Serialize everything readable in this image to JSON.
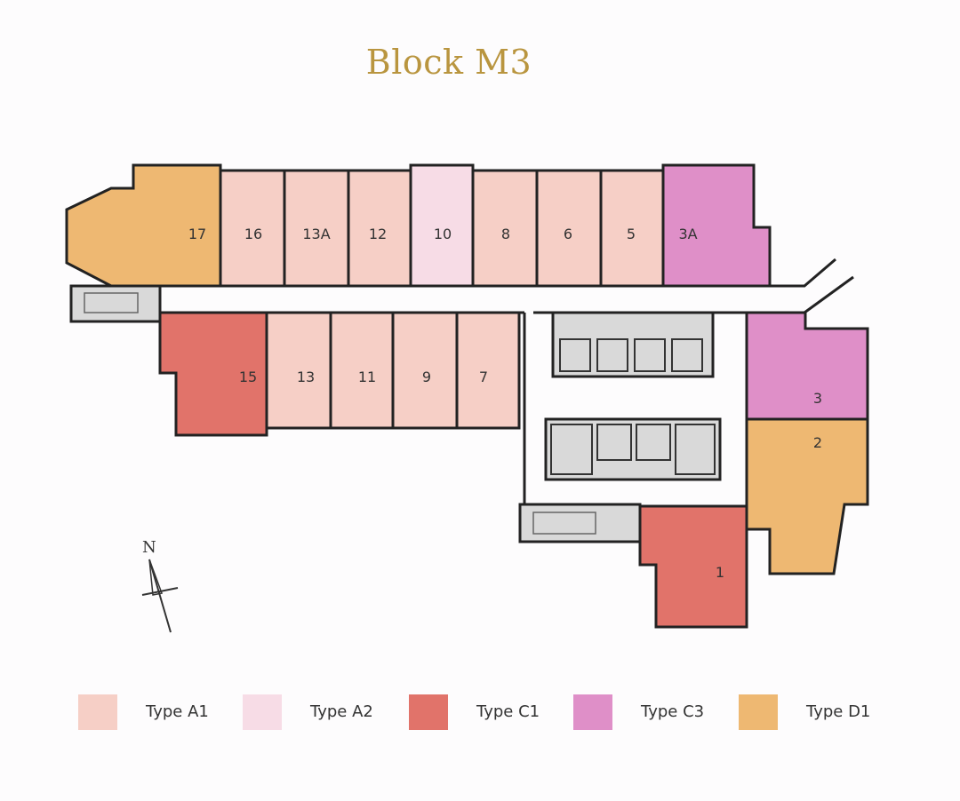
{
  "title": "Block M3",
  "colors": {
    "type_a1": "#f6cfc6",
    "type_a2": "#f7dce6",
    "type_c1": "#e1736a",
    "type_c3": "#df8fc8",
    "type_d1": "#eeb872",
    "core": "#d9d9d9",
    "wall": "#222222"
  },
  "compass": {
    "north_label": "N"
  },
  "units": [
    {
      "label": "17",
      "type": "D1"
    },
    {
      "label": "16",
      "type": "A1"
    },
    {
      "label": "13A",
      "type": "A1"
    },
    {
      "label": "12",
      "type": "A1"
    },
    {
      "label": "10",
      "type": "A2"
    },
    {
      "label": "8",
      "type": "A1"
    },
    {
      "label": "6",
      "type": "A1"
    },
    {
      "label": "5",
      "type": "A1"
    },
    {
      "label": "3A",
      "type": "C3"
    },
    {
      "label": "15",
      "type": "C1"
    },
    {
      "label": "13",
      "type": "A1"
    },
    {
      "label": "11",
      "type": "A1"
    },
    {
      "label": "9",
      "type": "A1"
    },
    {
      "label": "7",
      "type": "A1"
    },
    {
      "label": "3",
      "type": "C3"
    },
    {
      "label": "2",
      "type": "D1"
    },
    {
      "label": "1",
      "type": "C1"
    }
  ],
  "legend": [
    {
      "label": "Type A1",
      "color": "#f6cfc6"
    },
    {
      "label": "Type A2",
      "color": "#f7dce6"
    },
    {
      "label": "Type C1",
      "color": "#e1736a"
    },
    {
      "label": "Type C3",
      "color": "#df8fc8"
    },
    {
      "label": "Type D1",
      "color": "#eeb872"
    }
  ]
}
